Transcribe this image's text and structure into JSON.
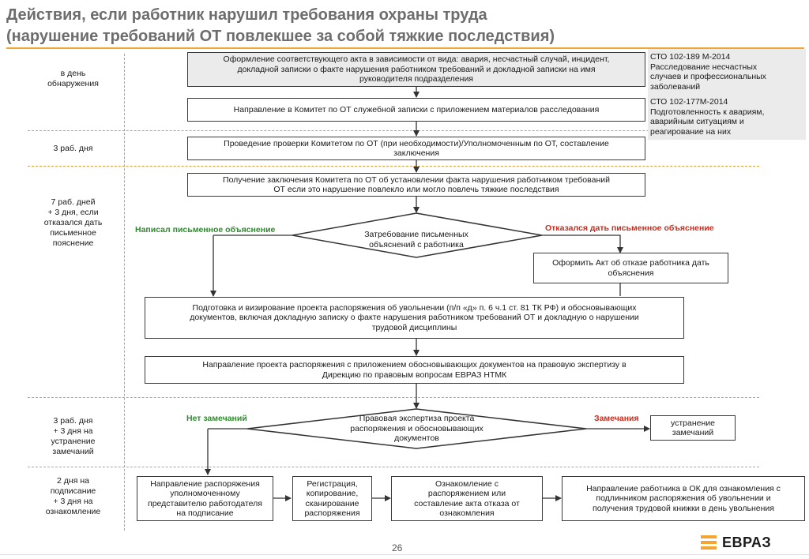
{
  "header": {
    "title_line1": "Действия, если работник нарушил требования охраны труда",
    "title_line2": "(нарушение требований ОТ повлекшее за собой тяжкие  последствия)"
  },
  "stages": [
    "в день\nобнаружения",
    "3 раб. дня",
    "7 раб. дней\n+ 3 дня, если\nотказался дать\nписьменное\nпояснение",
    "3 раб. дня\n+ 3 дня на\nустранение\nзамечаний",
    "2 дня на\nподписание\n+ 3 дня на\nознакомление"
  ],
  "notes": [
    "СТО 102-189 М-2014\nРасследование несчастных\nслучаев и профессиональных\nзаболеваний",
    "СТО 102-177М-2014\nПодготовленность к авариям,\nаварийным ситуациям и\nреагирование на них"
  ],
  "steps": {
    "act": "Оформление соответствующего акта в зависимости от вида: авария, несчастный случай, инцидент,\nдокладной записки о факте нарушения работником требований и докладной записки на имя\nруководителя подразделения",
    "committee_memo": "Направление в Комитет по ОТ служебной записки с приложением материалов расследования",
    "check": "Проведение проверки Комитетом по ОТ (при необходимости)/Уполномоченным по ОТ, составление\nзаключения",
    "conclusion": "Получение заключения Комитета по ОТ об установлении факта нарушения работником требований\nОТ если это нарушение повлекло или могло повлечь тяжкие последствия",
    "demand": "Затребование письменных\nобъяснений с работника",
    "refusal_act": "Оформить Акт об отказе работника дать\nобъяснения",
    "draft_order": "Подготовка и визирование проекта распоряжения  об увольнении (п/п «д» п. 6 ч.1 ст. 81 ТК РФ) и обосновывающих\nдокументов, включая докладную записку о факте нарушения работником требований ОТ и докладную о нарушении\nтрудовой дисциплины",
    "legal_send": "Направление проекта распоряжения с приложением обосновывающих документов на правовую экспертизу в\nДирекцию по правовым вопросам ЕВРАЗ НТМК",
    "legal_review": "Правовая экспертиза проекта\nраспоряжения и обосновывающих\nдокументов",
    "fix": "устранение\nзамечаний",
    "sign": "Направление распоряжения\nуполномоченному\nпредставителю работодателя\nна подписание",
    "register": "Регистрация,\nкопирование,\nсканирование\nраспоряжения",
    "acquaint": "Ознакомление с\nраспоряжением или\nсоставление акта отказа от\nознакомления",
    "hr": "Направление работника в ОК для ознакомления с\nподлинником распоряжения об увольнении и\nполучения трудовой книжки в день увольнения"
  },
  "branches": {
    "wrote": "Написал письменное объяснение",
    "refused": "Отказался дать письменное объяснение",
    "no_remarks": "Нет замечаний",
    "remarks": "Замечания"
  },
  "footer": {
    "page": "26",
    "logo": "ЕВРАЗ"
  },
  "colors": {
    "accent": "#f3a533",
    "green": "#2e8b2e",
    "red": "#cc2a1a",
    "box_fill_grey": "#ebebeb"
  }
}
